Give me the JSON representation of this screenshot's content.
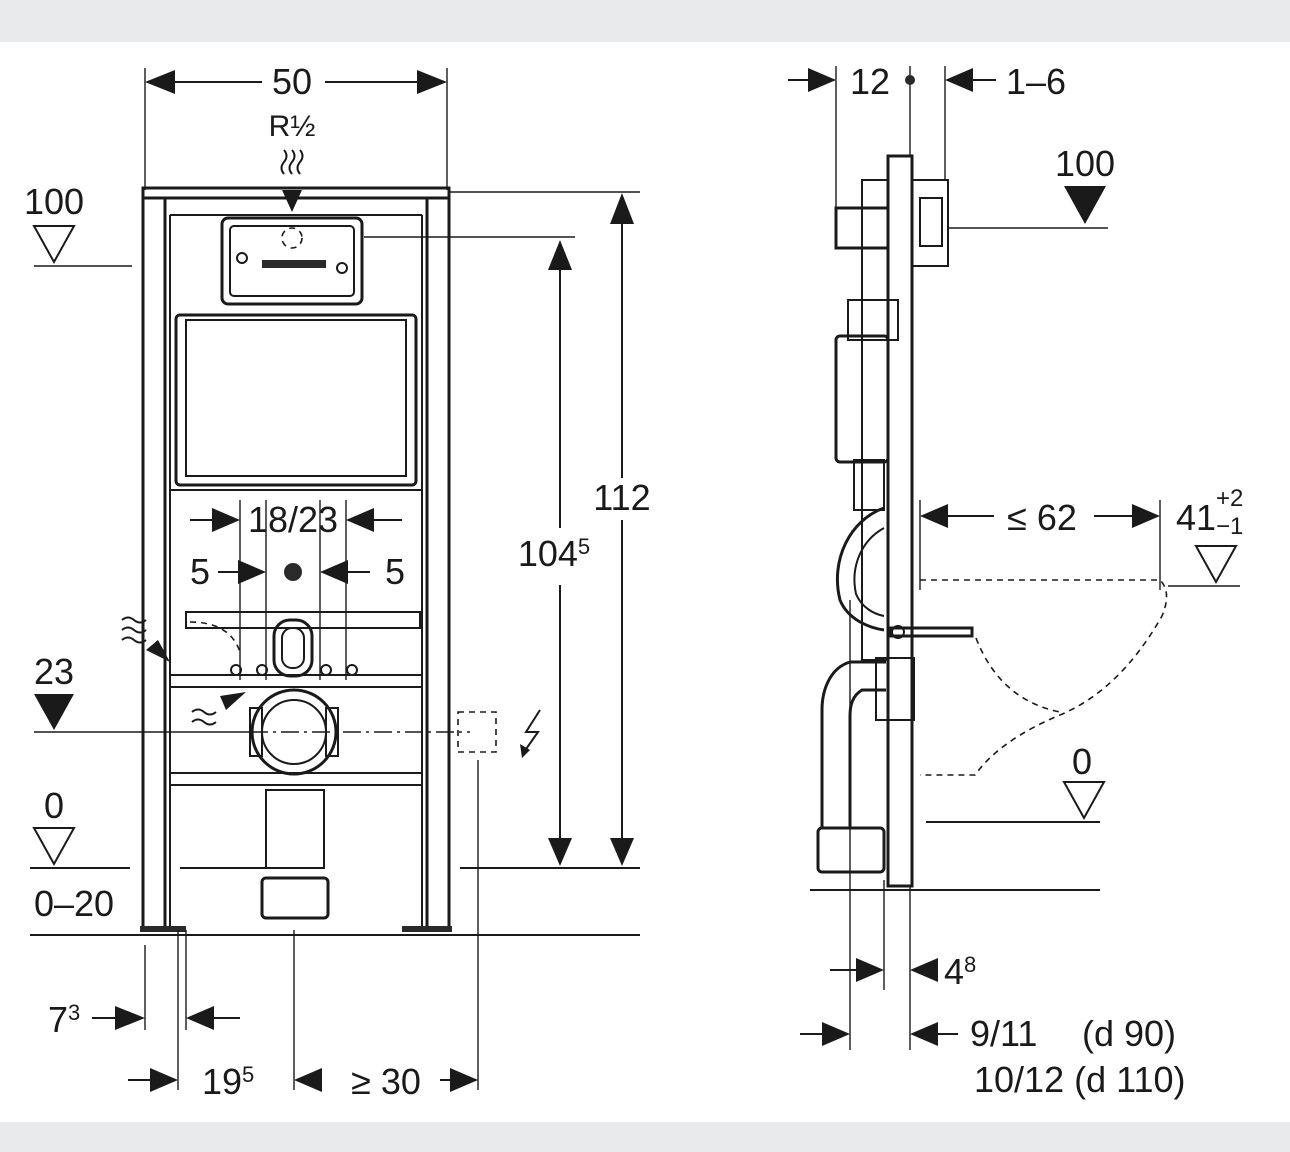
{
  "front_view": {
    "width": "50",
    "pipe_thread": "R½",
    "top_level": "100",
    "height_total": "112",
    "height_inner_main": "104",
    "height_inner_sup": "5",
    "spacing_mid": "18/23",
    "offset_left": "5",
    "offset_right": "5",
    "level_23": "23",
    "level_0": "0",
    "floor_range": "0–20",
    "foot_dim_main": "7",
    "foot_dim_sup": "3",
    "left_offset_main": "19",
    "left_offset_sup": "5",
    "right_clearance": "≥ 30"
  },
  "side_view": {
    "depth": "12",
    "gap": "1–6",
    "top_level": "100",
    "bowl_projection": "≤ 62",
    "bowl_height_main": "41",
    "bowl_tol_plus": "+2",
    "bowl_tol_minus": "−1",
    "level_0": "0",
    "pipe_offset_main": "4",
    "pipe_offset_sup": "8",
    "drain_line1_a": "9/11",
    "drain_line1_b": "(d 90)",
    "drain_line2": "10/12 (d 110)"
  },
  "icons": [
    "water-supply-icon",
    "waste-water-icon",
    "electric-icon",
    "level-marker-icon"
  ]
}
